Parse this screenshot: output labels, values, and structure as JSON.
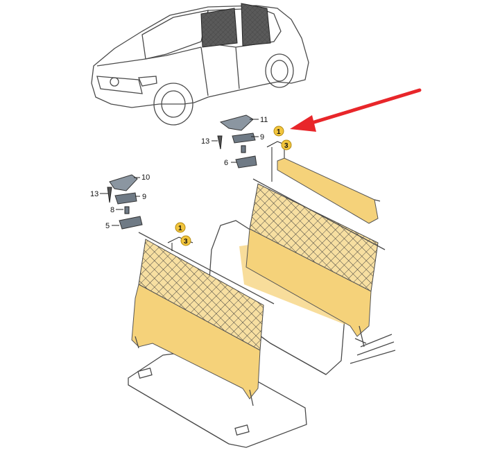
{
  "diagram": {
    "arrow_color": "#e8262a",
    "highlight_color": "#f5d27a",
    "badge_color": "#f2c53d",
    "groups": [
      {
        "badge_top": "1",
        "badge_bottom": "3"
      },
      {
        "badge_top": "1",
        "badge_bottom": "3"
      }
    ],
    "callouts": {
      "c11": "11",
      "c9a": "9",
      "c13a": "13",
      "c6": "6",
      "c10": "10",
      "c13b": "13",
      "c9b": "9",
      "c8": "8",
      "c5": "5"
    }
  }
}
